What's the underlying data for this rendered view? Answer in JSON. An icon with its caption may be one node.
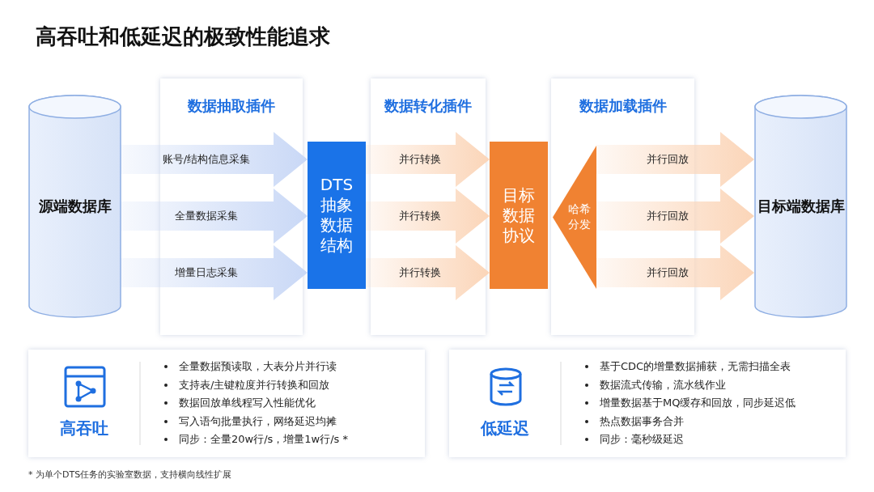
{
  "diagram": {
    "title": "高吞吐和低延迟的极致性能追求",
    "nodes": [
      {
        "text": [
          "源端数据库"
        ]
      },
      {
        "text": [
          "数据抽取插件"
        ]
      },
      {
        "text": [
          "数据转化插件"
        ]
      },
      {
        "text": [
          "数据加载插件"
        ]
      },
      {
        "text": [
          "DTS抽象数据结构"
        ]
      },
      {
        "text": [
          "目标数据协议"
        ]
      },
      {
        "text": [
          "哈希分发"
        ],
        "in": 3
      },
      {
        "text": [
          "目标端数据库"
        ]
      },
      {
        "text": [
          "高吞吐",
          "全量数据预读取，大表分片并行读",
          "支持表/主键粒度并行转换和回放",
          "数据回放单线程写入性能优化",
          "写入语句批量执行，网络延迟均摊",
          "同步：全量20w行/s，增量1w行/s *"
        ]
      },
      {
        "text": [
          "低延迟",
          "基于CDC的增量数据捕获，无需扫描全表",
          "数据流式传输，流水线作业",
          "增量数据基于MQ缓存和回放，同步延迟低",
          "热点数据事务合并",
          "同步：毫秒级延迟"
        ]
      }
    ],
    "edges": [
      {
        "from": 0,
        "to": 4,
        "arrow": "to",
        "label": "账号/结构信息采集",
        "color": "#c9d8f6"
      },
      {
        "from": 0,
        "to": 4,
        "arrow": "to",
        "label": "全量数据采集",
        "color": "#c9d8f6"
      },
      {
        "from": 0,
        "to": 4,
        "arrow": "to",
        "label": "增量日志采集",
        "color": "#c9d8f6"
      },
      {
        "from": 4,
        "to": 5,
        "arrow": "to",
        "label": "并行转换"
      },
      {
        "from": 4,
        "to": 5,
        "arrow": "to",
        "label": "并行转换"
      },
      {
        "from": 4,
        "to": 5,
        "arrow": "to",
        "label": "并行转换"
      },
      {
        "from": 6,
        "to": 7,
        "arrow": "to",
        "label": "并行回放"
      },
      {
        "from": 6,
        "to": 7,
        "arrow": "to",
        "label": "并行回放"
      },
      {
        "from": 6,
        "to": 7,
        "arrow": "to",
        "label": "并行回放"
      }
    ],
    "labels": [
      "* 为单个DTS任务的实验室数据，支持横向线性扩展"
    ]
  }
}
